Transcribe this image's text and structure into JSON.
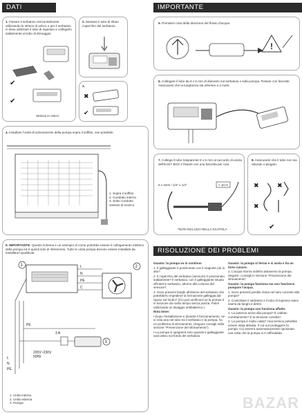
{
  "headers": {
    "left": "DATI TECNICI",
    "right": "IMPORTANTE",
    "problems": "RISOLUZIONE DEI PROBLEMI"
  },
  "step1": {
    "num": "1.",
    "text": "Fissare il serbatoio orizzontalmente utilizzando le strisce di velcro e per il serbatoio in linea utilizzare il tubo di ingresso e collegarlo saldamente al tubo di drenaggio.",
    "caption": "Striscia in velcro"
  },
  "step2": {
    "num": "2.",
    "text": "Montare il tubo di sfiato coperchio del serbatoio."
  },
  "step3": {
    "num": "3."
  },
  "step4": {
    "num": "4.",
    "text": "Installare l'unità di azionamento della pompa sopra il soffitto, ove possibile.",
    "legend": [
      "1. Sopra il soffitto",
      "2. Condotto interno",
      "3. Sotto condotto",
      "vassoio di scarico"
    ]
  },
  "step5": {
    "num": "5.",
    "text": "Prendere nota della direzione del flusso d'acqua"
  },
  "step6": {
    "num": "6.",
    "text": "Collegare il tubo da 9 x 6 mm di diametro sul serbatoio e sulla pompa. Fissare con fascette. Assicurarsi che la lunghezza sia inferiore a 2 metri."
  },
  "step7": {
    "num": "7.",
    "text": "Collega il tubo trasparente 9 x 6 mm al raccordo di uscita dell'EASY BOX e fissare con una fascetta per cavi.",
    "tube_label": "6 x 4mm / 1/4\" x 1/4\"",
    "length_label": "< 10 m",
    "note": "*NON INCLUSO NELLA SCATOLA"
  },
  "step8": {
    "num": "8.",
    "text": "Assicurarsi che il tubo non sia otturato o piegato."
  },
  "step9": {
    "num": "9.",
    "title": "IMPORTANTE:",
    "text": "Questo schema è un esempio di come potrebbe essere il collegamento elettrico della pompa ed è quindi solo di riferimento. Tutte le unità pompa devono essere installate da installatori qualificati.",
    "wires": [
      "L",
      "N",
      "PE",
      "C"
    ],
    "supply": "220V~230V",
    "freq": "50Hz",
    "fuse": "3 A",
    "legend": [
      "1. Unità interna",
      "2. Unità esterna",
      "3. Pompa"
    ]
  },
  "problems_left": [
    {
      "b": "Guasto: la pompa va in continuo"
    },
    {
      "t": "1. Il galleggiante è posizionato con il magnete più in alto?"
    },
    {
      "t": "2. Il coperchio del serbatoio (sensore) è posizionato saldamente? Il serbatoio, con il galleggiante situato all'interno serbatoio, attorno alla colonna del sensore?"
    },
    {
      "t": "3. Sono presenti fanghi all'interno del serbatoio che potrebbero impedirne la formazione galleggia dal riposo sul fondo? (Ciò può verificarsi se la pompa è in funzione da molto tempo senza pulizia. Pulire utilizzando un lavaggio antibatterico.)"
    },
    {
      "b": "Nota bene:"
    },
    {
      "t": "• Dopo l'installazione e durante il funzionamento, se si nota aria nel tubo tra il serbatoio e la pompa, ha un problema di sifonamento. (Seguire consigli nella sezione \"Prevenzione del sifonamento\")."
    },
    {
      "t": "• La pompa si spegnerà solo quando il galleggiante sarà attivo sul fondo del serbatoio."
    }
  ],
  "problems_right": [
    {
      "b": "Guasto: la pompa si ferma e si avvia e ha un forte rumore."
    },
    {
      "t": "1. L'acqua ritorna indietro attraverso la pompa. Seguire i consigli in Sezione \"Prevenzione del sifonamento\"."
    },
    {
      "b": "Guasto: la pompa funziona ma non fuoriesce pompare l'acqua."
    },
    {
      "t": "1. Sono presenti perdite d'aria nel tubo corrente alla pompa?"
    },
    {
      "t": "2. Controllare il serbatoio e il tubo di ingresso siano esenti da fanghi e detriti."
    },
    {
      "b": "Guasto: la pompa non funziona affatto."
    },
    {
      "t": "1. La potenza arriva alla pompa? È cablato correttamente? È la tensione corretta?"
    },
    {
      "t": "2. La pompa è molto calda? Una termica potrebbe essere stata attivata. Il cut-out proteggere la pompa. Ciò avverrà automaticamente riprisinata una volta che la pompa si è raffreddata."
    }
  ],
  "watermark": "BAZAR"
}
